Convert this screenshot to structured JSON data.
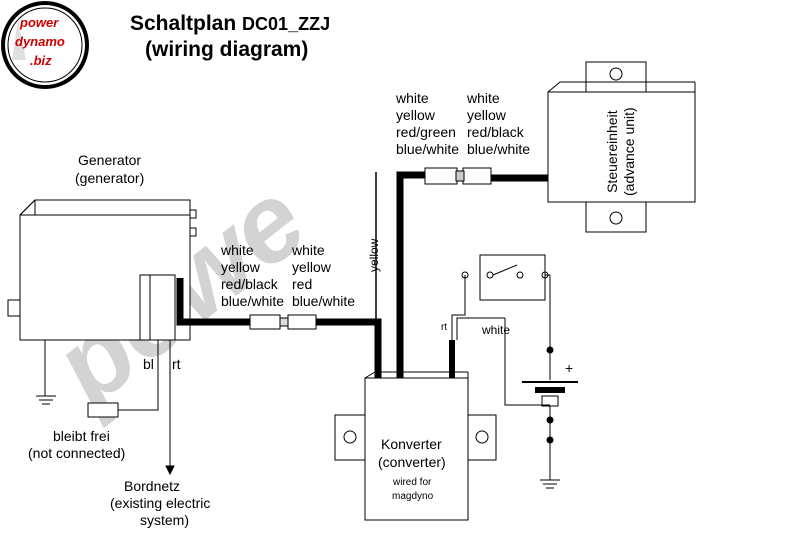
{
  "logo": {
    "line1": "power",
    "line2": "dynamo",
    "line3": ".biz"
  },
  "title": {
    "line1": "Schaltplan",
    "model": "DC01_ZZJ",
    "line2": "(wiring diagram)"
  },
  "watermark": "powe",
  "generator": {
    "label": "Generator",
    "label_en": "(generator)"
  },
  "advance_unit": {
    "label": "Steuereinheit",
    "label_en": "(advance unit)"
  },
  "converter": {
    "label": "Konverter",
    "label_en": "(converter)",
    "note1": "wired for",
    "note2": "magdyno"
  },
  "wires_generator_side": {
    "left": [
      "white",
      "yellow",
      "red/black",
      "blue/white"
    ],
    "right": [
      "white",
      "yellow",
      "red",
      "blue/white"
    ]
  },
  "wires_advance_side": {
    "left": [
      "white",
      "yellow",
      "red/green",
      "blue/white"
    ],
    "right": [
      "white",
      "yellow",
      "red/black",
      "blue/white"
    ]
  },
  "wire_labels": {
    "yellow": "yellow",
    "rt_right": "rt",
    "white": "white",
    "bl": "bl",
    "rt_left": "rt"
  },
  "not_connected": {
    "label": "bleibt frei",
    "label_en": "(not connected)"
  },
  "bordnetz": {
    "label": "Bordnetz",
    "label_en1": "(existing electric",
    "label_en2": "system)"
  },
  "battery": {
    "plus": "+"
  },
  "colors": {
    "logo_red": "#cc0000",
    "watermark": "#c8c8c8"
  }
}
